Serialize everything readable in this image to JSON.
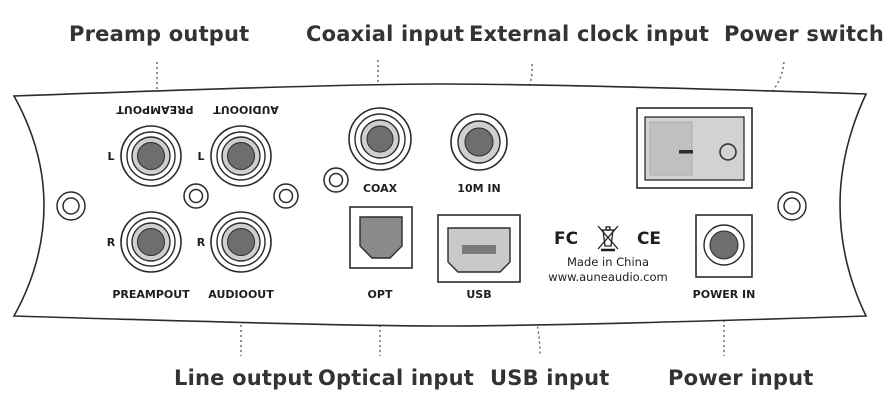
{
  "callouts": {
    "preamp_output": "Preamp output",
    "coaxial_input": "Coaxial input",
    "external_clock_input": "External clock input",
    "power_switch": "Power switch",
    "line_output": "Line output",
    "optical_input": "Optical input",
    "usb_input": "USB input",
    "power_input": "Power input"
  },
  "panel": {
    "preampout_top": "PREAMPOUT",
    "audioout_top": "AUDIOOUT",
    "channel_left": "L",
    "channel_right": "R",
    "preampout_bottom": "PREAMPOUT",
    "audioout_bottom": "AUDIOOUT",
    "coax": "COAX",
    "clock_in": "10M IN",
    "opt": "OPT",
    "usb": "USB",
    "power_in": "POWER IN",
    "fcc_mark": "FC",
    "ce_mark": "CE",
    "made_in": "Made in China",
    "website": "www.auneaudio.com"
  }
}
